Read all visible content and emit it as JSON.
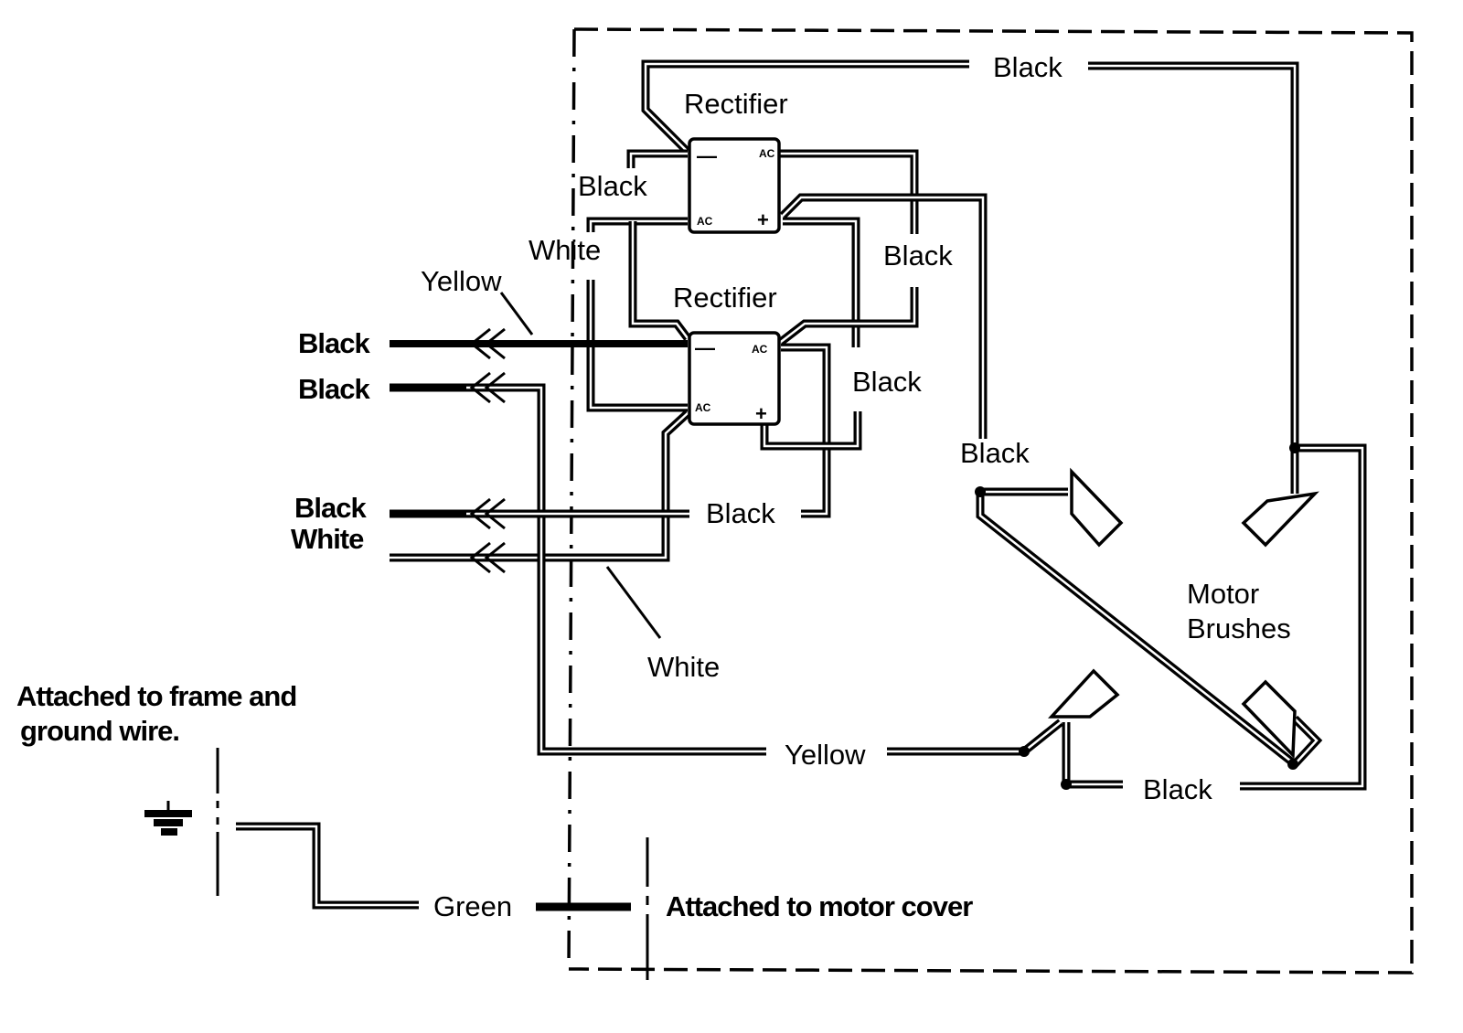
{
  "diagram": {
    "type": "motor wiring diagram",
    "components": {
      "rectifier_top": {
        "label": "Rectifier",
        "terminals": {
          "neg": "—",
          "ac_top": "AC",
          "ac_bottom": "AC",
          "pos": "+"
        }
      },
      "rectifier_bottom": {
        "label": "Rectifier",
        "terminals": {
          "neg": "—",
          "ac_top": "AC",
          "ac_bottom": "AC",
          "pos": "+"
        }
      },
      "motor_brushes": {
        "label_line1": "Motor",
        "label_line2": "Brushes"
      }
    },
    "wire_labels": {
      "top_black": "Black",
      "rect_left_black": "Black",
      "rect_left_white": "White",
      "yellow_pointer": "Yellow",
      "rect_right_black_upper": "Black",
      "rect_right_black_lower": "Black",
      "mid_black_cross": "Black",
      "brush_black": "Black",
      "white_pointer": "White",
      "bottom_yellow": "Yellow",
      "bottom_black": "Black",
      "green": "Green"
    },
    "connector_labels": [
      "Black",
      "Black",
      "Black",
      "White"
    ],
    "notes": {
      "frame_ground_line1": "Attached to frame and",
      "frame_ground_line2": "ground wire.",
      "motor_cover": "Attached to motor cover"
    },
    "icons": [
      "ground-symbol-icon",
      "connector-arrow-icon"
    ]
  }
}
